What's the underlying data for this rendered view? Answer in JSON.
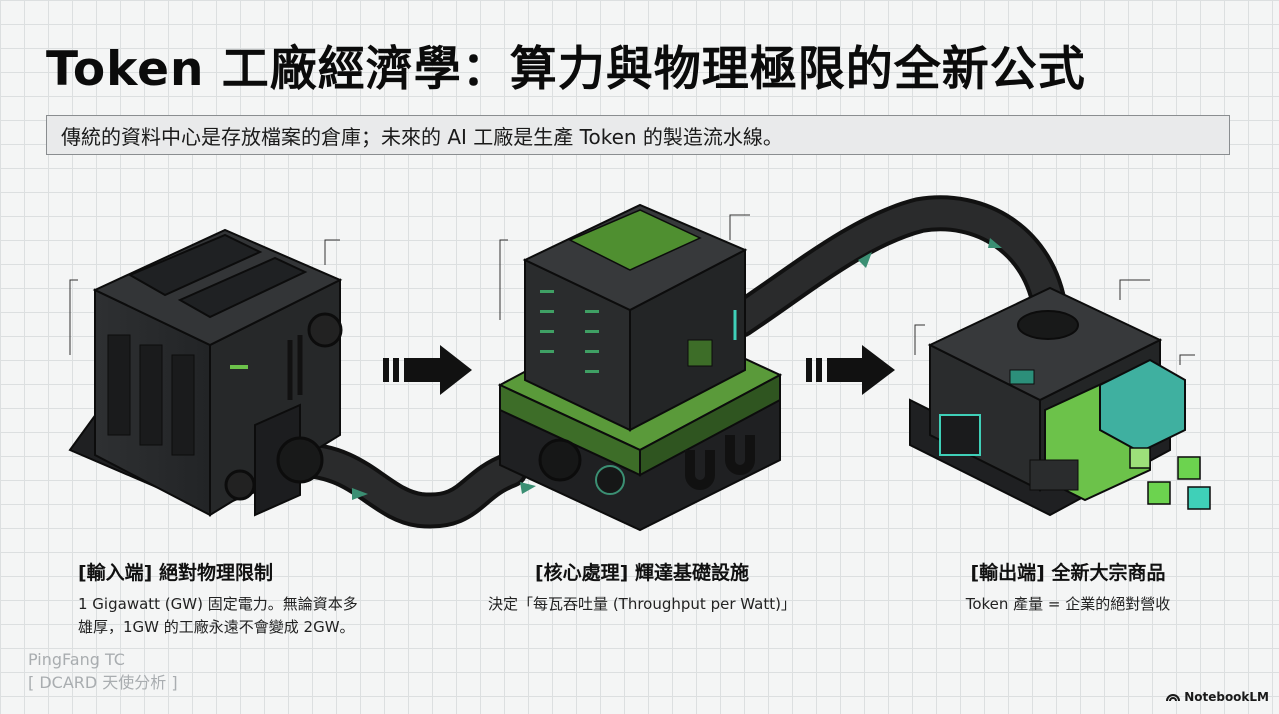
{
  "header": {
    "title": "Token 工廠經濟學：算力與物理極限的全新公式",
    "subtitle": "傳統的資料中心是存放檔案的倉庫；未來的 AI 工廠是生產 Token 的製造流水線。"
  },
  "stages": [
    {
      "heading": "[輸入端] 絕對物理限制",
      "lines": [
        "1 Gigawatt (GW) 固定電力。無論資本多",
        "雄厚，1GW 的工廠永遠不會變成 2GW。"
      ]
    },
    {
      "heading": "[核心處理] 輝達基礎設施",
      "lines": [
        "決定「每瓦吞吐量 (Throughput per Watt)」"
      ]
    },
    {
      "heading": "[輸出端] 全新大宗商品",
      "lines": [
        "Token 產量 = 企業的絕對營收"
      ]
    }
  ],
  "watermark": {
    "line1": "PingFang TC",
    "line2": "[ DCARD 天使分析 ]"
  },
  "brand": {
    "label": "NotebookLM",
    "icon": "notebooklm-logo-icon"
  },
  "colors": {
    "accent_green": "#6cc24a",
    "accent_teal": "#3fd0b8",
    "machine_dark": "#2a2c2e",
    "pipe_dark": "#1c1d1e"
  }
}
